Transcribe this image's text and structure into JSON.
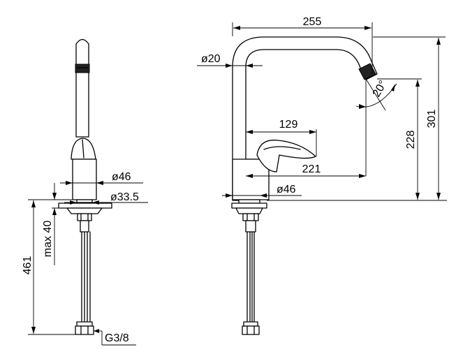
{
  "dimensions": {
    "front": {
      "height_total": "461",
      "max_adjust": "max 40",
      "body_diameter": "ø46",
      "base_diameter": "ø33.5",
      "connection_thread": "G3/8"
    },
    "side": {
      "spout_reach": "255",
      "spout_diameter": "ø20",
      "spout_angle": "20°",
      "lever_reach": "129",
      "aerator_offset": "221",
      "base_diameter": "ø46",
      "outlet_height": "228",
      "overall_height": "301"
    }
  }
}
